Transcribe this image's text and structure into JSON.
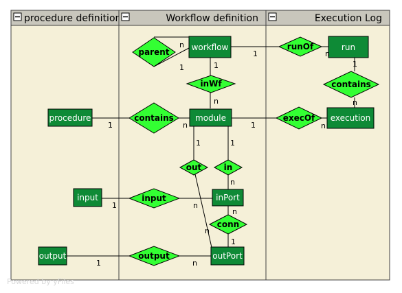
{
  "lanes": [
    {
      "title": "procedure definition"
    },
    {
      "title": "Workflow definition"
    },
    {
      "title": "Execution Log"
    }
  ],
  "entities": {
    "workflow": "workflow",
    "run": "run",
    "procedure": "procedure",
    "module": "module",
    "execution": "execution",
    "input": "input",
    "inPort": "inPort",
    "output": "output",
    "outPort": "outPort"
  },
  "relationships": {
    "parent": "parent",
    "runOf": "runOf",
    "inWf": "inWf",
    "contains_run": "contains",
    "contains_proc": "contains",
    "execOf": "execOf",
    "out": "out",
    "in": "in",
    "input": "input",
    "conn": "conn",
    "output": "output"
  },
  "cardinalities": {
    "parent_wf_n": "n",
    "parent_wf_1": "1",
    "runOf_wf_1": "1",
    "runOf_run_n": "n",
    "inWf_wf_1": "1",
    "inWf_mod_n": "n",
    "contains_run_1": "1",
    "contains_exec_n": "n",
    "proc_1": "1",
    "proc_mod_n": "n",
    "exec_mod_1": "1",
    "exec_n": "n",
    "out_mod_1": "1",
    "in_mod_1": "1",
    "in_inport_n": "n",
    "input_1": "1",
    "input_inport_n": "n",
    "out_outport_n": "n",
    "conn_inport_n": "n",
    "conn_outport_1": "1",
    "output_1": "1",
    "output_outport_n": "n"
  },
  "watermark": "Powered by yFiles",
  "colors": {
    "entity": "#0e8a36",
    "relationship": "#33ff33",
    "lane_background": "#f5f0d8",
    "lane_header": "#c8c6bc"
  }
}
